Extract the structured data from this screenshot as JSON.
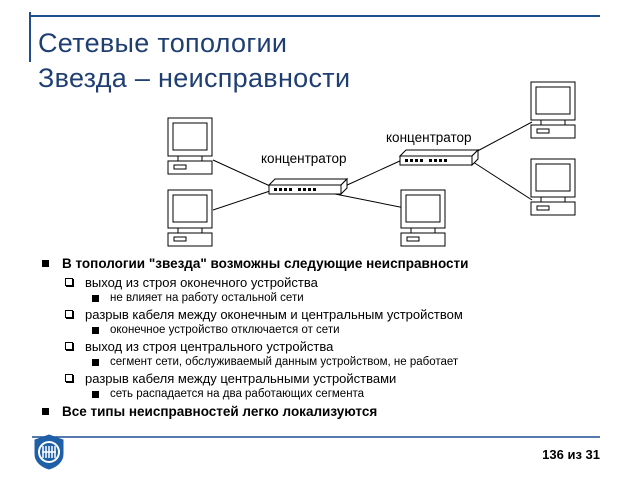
{
  "title": {
    "line1": "Сетевые топологии",
    "line2": "Звезда – неисправности"
  },
  "diagram": {
    "hub_left_label": "концентратор",
    "hub_right_label": "концентратор"
  },
  "bullets": [
    {
      "level": 1,
      "text": "В топологии \"звезда\" возможны следующие неисправности"
    },
    {
      "level": 2,
      "text": "выход из строя оконечного устройства"
    },
    {
      "level": 3,
      "text": "не влияет на работу остальной сети"
    },
    {
      "level": 2,
      "text": "разрыв кабеля между оконечным и центральным устройством"
    },
    {
      "level": 3,
      "text": "оконечное устройство отключается от сети"
    },
    {
      "level": 2,
      "text": "выход из строя центрального устройства"
    },
    {
      "level": 3,
      "text": "сегмент сети, обслуживаемый данным устройством, не работает"
    },
    {
      "level": 2,
      "text": "разрыв кабеля между центральными устройствами"
    },
    {
      "level": 3,
      "text": "сеть распадается на два работающих сегмента"
    },
    {
      "level": 1,
      "text": "Все типы неисправностей легко локализуются"
    }
  ],
  "footer": {
    "page_number": "136 из 31"
  },
  "colors": {
    "title": "#1f3f73",
    "frame": "#1f4f8f",
    "logo": "#1f5fa8"
  }
}
